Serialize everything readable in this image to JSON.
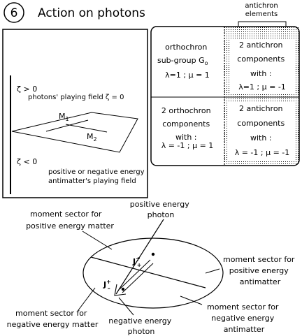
{
  "header": {
    "number": "6",
    "title": "Action on photons"
  },
  "plane_panel": {
    "zeta_pos": "ζ > 0",
    "photon_field": "photons' playing field ζ = 0",
    "m1_main": "M",
    "m1_sub": "1",
    "m2_main": "M",
    "m2_sub": "2",
    "zeta_neg": "ζ < 0",
    "antimatter_line1": "positive or negative energy",
    "antimatter_line2": "antimatter's playing field"
  },
  "table": {
    "header_line1": "antichron",
    "header_line2": "elements",
    "cell_tl": [
      "orthochron",
      "sub-group G",
      "λ=1 ; μ = 1"
    ],
    "cell_tl_sub": "o",
    "cell_tr": [
      "2 antichron",
      "components",
      "with :",
      "λ=1 ; μ = -1"
    ],
    "cell_bl": [
      "2 orthochron",
      "components",
      "with :",
      "λ = -1 ; μ = 1"
    ],
    "cell_br": [
      "2 antichron",
      "components",
      "with :",
      "λ = -1 ; μ = -1"
    ]
  },
  "ellipse_panel": {
    "positive_photon": [
      "positive energy",
      "photon"
    ],
    "negative_photon": [
      "negative energy",
      "photon"
    ],
    "sector_pos_matter": [
      "moment sector for",
      "positive energy matter"
    ],
    "sector_pos_antimatter": [
      "moment sector for",
      "positive energy",
      "antimatter"
    ],
    "sector_neg_matter": [
      "moment sector for",
      "negative energy matter"
    ],
    "sector_neg_antimatter": [
      "moment sector for",
      "negative energy",
      "antimatter"
    ],
    "j_plus": {
      "main": "J",
      "sup": "+",
      "sub": "+"
    },
    "j_minus": {
      "main": "J",
      "sup": "+",
      "sub": "–"
    }
  }
}
